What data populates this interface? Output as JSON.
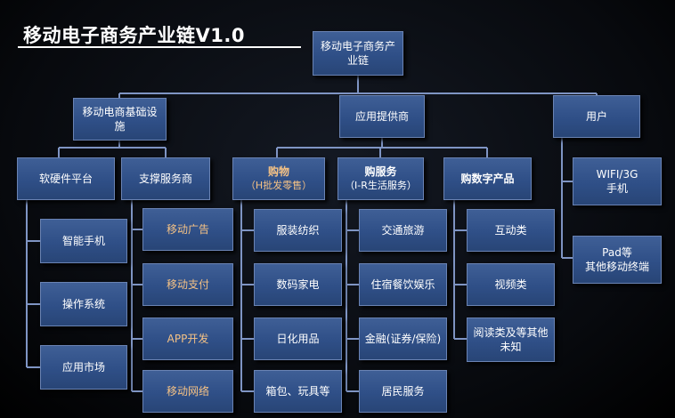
{
  "title": "移动电子商务产业链V1.0",
  "colors": {
    "background": "#000000",
    "box_fill": "#2f4f87",
    "box_border": "#6a83b3",
    "connector": "#7f95c4",
    "text_white": "#ffffff",
    "text_orange": "#f5c285"
  },
  "nodes": {
    "root": {
      "line1": "移动电子商务产",
      "line2": "业链"
    },
    "infra": {
      "line1": "移动电商基础设",
      "line2": "施"
    },
    "app_provider": {
      "label": "应用提供商"
    },
    "user": {
      "label": "用户"
    },
    "hw_platform": {
      "label": "软硬件平台"
    },
    "support_service": {
      "label": "支撑服务商"
    },
    "shopping_goods": {
      "line1": "购物",
      "line2": "（H批发零售）"
    },
    "shopping_services": {
      "line1": "购服务",
      "line2": "（I-R生活服务）"
    },
    "shopping_digital": {
      "label": "购数字产品"
    },
    "wifi_phone": {
      "line1": "WIFI/3G",
      "line2": "手机"
    },
    "pad": {
      "line1": "Pad等",
      "line2": "其他移动终端"
    },
    "smartphone": {
      "label": "智能手机"
    },
    "os": {
      "label": "操作系统"
    },
    "app_market": {
      "label": "应用市场"
    },
    "mobile_ads": {
      "label": "移动广告"
    },
    "mobile_pay": {
      "label": "移动支付"
    },
    "app_dev": {
      "label": "APP开发"
    },
    "mobile_net": {
      "label": "移动网络"
    },
    "apparel": {
      "label": "服装纺织"
    },
    "digital_appliance": {
      "label": "数码家电"
    },
    "daily_goods": {
      "label": "日化用品"
    },
    "bags_toys": {
      "label": "箱包、玩具等"
    },
    "travel": {
      "label": "交通旅游"
    },
    "lodging": {
      "label": "住宿餐饮娱乐"
    },
    "finance": {
      "label": "金融(证券/保险)"
    },
    "resident": {
      "label": "居民服务"
    },
    "interactive": {
      "label": "互动类"
    },
    "video": {
      "label": "视频类"
    },
    "reading": {
      "line1": "阅读类及等其他",
      "line2": "未知"
    }
  }
}
